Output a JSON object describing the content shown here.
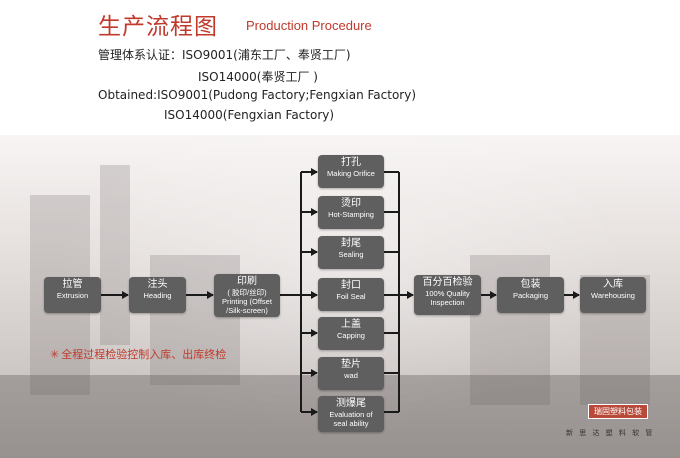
{
  "title": {
    "zh": "生产流程图",
    "en": "Production Procedure"
  },
  "certifications": [
    "管理体系认证：ISO9001(浦东工厂、奉贤工厂)",
    "ISO14000(奉贤工厂 )",
    "Obtained:ISO9001(Pudong Factory;Fengxian Factory)",
    "ISO14000(Fengxian Factory)"
  ],
  "flow": {
    "main_steps": [
      {
        "zh": "拉管",
        "en": "Extrusion"
      },
      {
        "zh": "注头",
        "en": "Heading"
      },
      {
        "zh": "印刷",
        "en": "( 胶印/丝印)",
        "en2": "Printing (Offset",
        "en3": "/Silk-screen)"
      }
    ],
    "parallel_steps": [
      {
        "zh": "打孔",
        "en": "Making Orifice"
      },
      {
        "zh": "烫印",
        "en": "Hot-Stamping"
      },
      {
        "zh": "封尾",
        "en": "Sealing"
      },
      {
        "zh": "封口",
        "en": "Foil Seal"
      },
      {
        "zh": "上盖",
        "en": "Capping"
      },
      {
        "zh": "垫片",
        "en": "wad"
      },
      {
        "zh": "测爆尾",
        "en": "Evaluation of",
        "en2": "seal ability"
      }
    ],
    "final_steps": [
      {
        "zh": "百分百检验",
        "en": "100% Quality",
        "en2": "Inspection"
      },
      {
        "zh": "包装",
        "en": "Packaging"
      },
      {
        "zh": "入库",
        "en": "Warehousing"
      }
    ]
  },
  "note": "全程过程检验控制入库、出库终检",
  "logo": "瑞固塑料包装",
  "logo_sub": "新 思 达 塑 料 软 管",
  "colors": {
    "accent": "#c0392b",
    "box": "#5f5f5f",
    "connector": "#1a1a1a"
  }
}
